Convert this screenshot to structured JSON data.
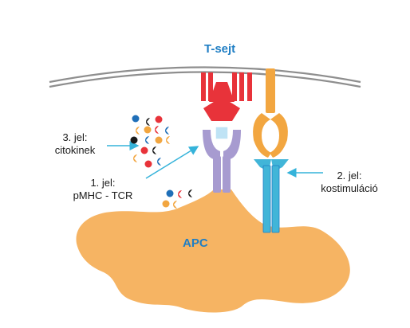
{
  "cells": {
    "t_cell": "T-sejt",
    "apc": "APC"
  },
  "signals": {
    "signal3": {
      "line1": "3. jel:",
      "line2": "citokinek"
    },
    "signal1": {
      "line1": "1. jel:",
      "line2": "pMHC - TCR"
    },
    "signal2": {
      "line1": "2. jel:",
      "line2": "kostimuláció"
    }
  },
  "colors": {
    "t_cell_label": "#1f7ec4",
    "apc_label": "#1f7ec4",
    "apc_body": "#f6b463",
    "membrane": "#8e8e8e",
    "tcr": "#e8333a",
    "mhc": "#a79bd0",
    "peptide": "#bfe3f5",
    "costim_ligand": "#41b5d8",
    "costim_receptor": "#f2a640",
    "arrow": "#35b3da",
    "cytokine_red": "#e8333a",
    "cytokine_blue": "#1f6fb8",
    "cytokine_orange": "#f2a640",
    "cytokine_black": "#1a1a1a"
  }
}
